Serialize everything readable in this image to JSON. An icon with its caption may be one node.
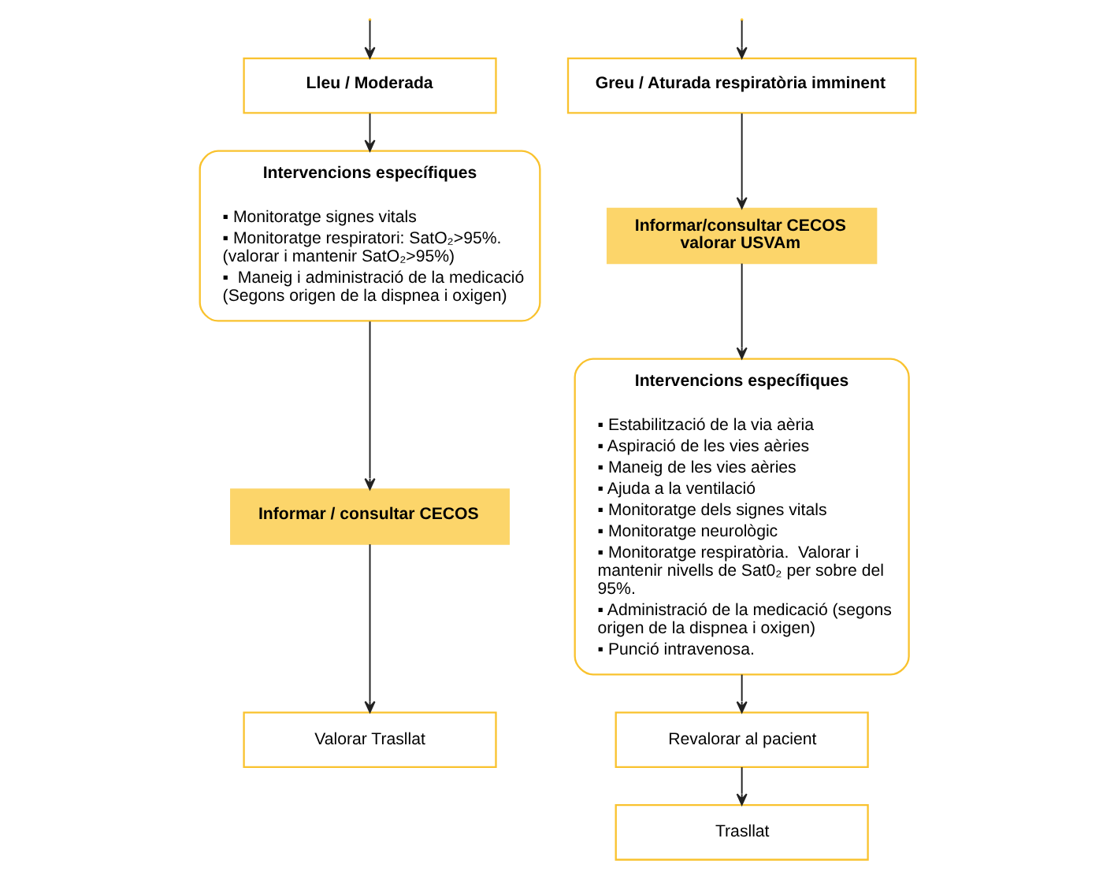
{
  "diagram": {
    "nodes": [
      {
        "text": [
          "Lleu / Moderada"
        ]
      },
      {
        "text": [
          "Intervencions específiques",
          "▪ Monitoratge signes vitals",
          "▪ Monitoratge respiratori: SatO₂>95%. (valorar i mantenir SatO₂>95%)",
          "▪  Maneig i administració de la medicació (Segons origen de la dispnea i oxigen)"
        ]
      },
      {
        "text": [
          "Informar / consultar CECOS"
        ]
      },
      {
        "text": [
          "Valorar Trasllat"
        ]
      },
      {
        "text": [
          "Greu / Aturada respiratòria imminent"
        ]
      },
      {
        "text": [
          "Informar/consultar CECOS valorar USVAm"
        ]
      },
      {
        "text": [
          "Intervencions específiques",
          "▪ Estabilització de la via aèria",
          "▪ Aspiració de les vies aèries",
          "▪ Maneig de les vies aèries",
          "▪ Ajuda a la ventilació",
          "▪ Monitoratge dels signes vitals",
          "▪ Monitoratge neurològic",
          "▪ Monitoratge respiratòria.  Valorar i mantenir nivells de Sat0₂ per sobre del 95%.",
          "▪ Administració de la medicació (segons origen de la dispnea i oxigen)",
          "▪ Punció intravenosa."
        ]
      },
      {
        "text": [
          "Revalorar al pacient"
        ]
      },
      {
        "text": [
          "Trasllat"
        ]
      }
    ],
    "edges": [
      {
        "from": null,
        "to": 0,
        "arrow": "to"
      },
      {
        "from": null,
        "to": 4,
        "arrow": "to"
      },
      {
        "from": 0,
        "to": 1,
        "arrow": "to"
      },
      {
        "from": 1,
        "to": 2,
        "arrow": "to"
      },
      {
        "from": 2,
        "to": 3,
        "arrow": "to"
      },
      {
        "from": 4,
        "to": 5,
        "arrow": "to"
      },
      {
        "from": 5,
        "to": 6,
        "arrow": "to"
      },
      {
        "from": 6,
        "to": 7,
        "arrow": "to"
      },
      {
        "from": 7,
        "to": 8,
        "arrow": "to"
      }
    ]
  }
}
